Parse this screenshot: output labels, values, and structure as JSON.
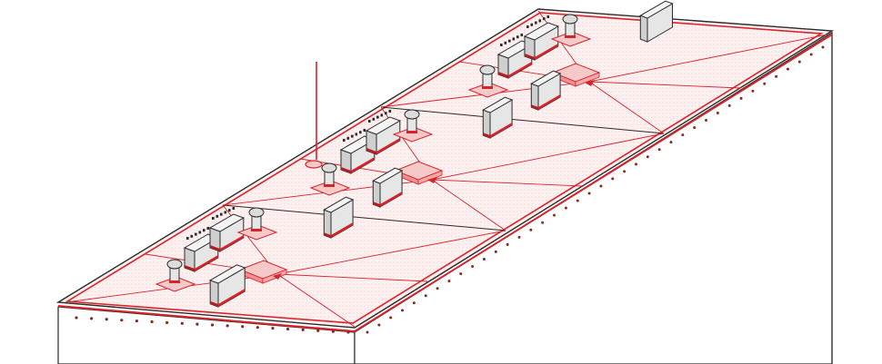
{
  "drawing": {
    "background": "#ffffff",
    "roof_fill": "#fbe7e7",
    "roof_accent": "#d8232a",
    "outline": "#2b2b2b",
    "equipment_fill": "#e2e2e2",
    "bays": [
      {
        "drain": "roof-drain-1"
      },
      {
        "drain": "roof-drain-2"
      },
      {
        "drain": "roof-drain-3"
      }
    ],
    "units": [
      {
        "kind": "hvac-unit",
        "bay": 1
      },
      {
        "kind": "hvac-unit",
        "bay": 1
      },
      {
        "kind": "exhaust-fan",
        "bay": 1
      },
      {
        "kind": "exhaust-fan",
        "bay": 1
      },
      {
        "kind": "hvac-unit",
        "bay": 2
      },
      {
        "kind": "hvac-unit",
        "bay": 2
      },
      {
        "kind": "exhaust-fan",
        "bay": 2
      },
      {
        "kind": "exhaust-fan",
        "bay": 2
      },
      {
        "kind": "hvac-unit",
        "bay": 3
      },
      {
        "kind": "hvac-unit",
        "bay": 3
      },
      {
        "kind": "exhaust-fan",
        "bay": 3
      },
      {
        "kind": "exhaust-fan",
        "bay": 3
      }
    ]
  }
}
